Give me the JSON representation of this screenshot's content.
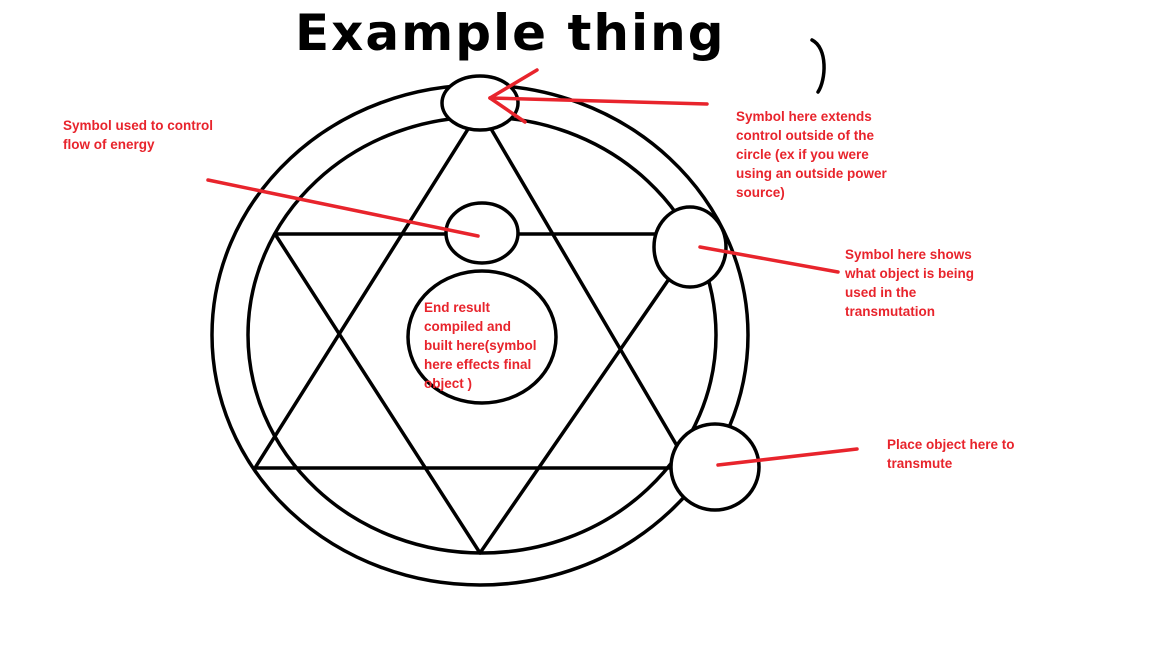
{
  "title": "Example thing",
  "annotations": [
    {
      "id": "top",
      "lines": [
        "Symbol here extends",
        "control outside of the",
        "circle (ex if you were",
        "using an outside power",
        "source)"
      ]
    },
    {
      "id": "control",
      "lines": [
        "Symbol used to control",
        "flow of energy"
      ]
    },
    {
      "id": "right",
      "lines": [
        "Symbol here shows",
        "what object is being",
        "used in the",
        "transmutation"
      ]
    },
    {
      "id": "center",
      "lines": [
        "End result",
        "compiled and",
        "built here(symbol",
        "here effects final",
        "object )"
      ]
    },
    {
      "id": "bottom-right",
      "lines": [
        "Place object here to",
        "transmute"
      ]
    }
  ],
  "colors": {
    "ink": "#000000",
    "annotation": "#e8242c"
  }
}
